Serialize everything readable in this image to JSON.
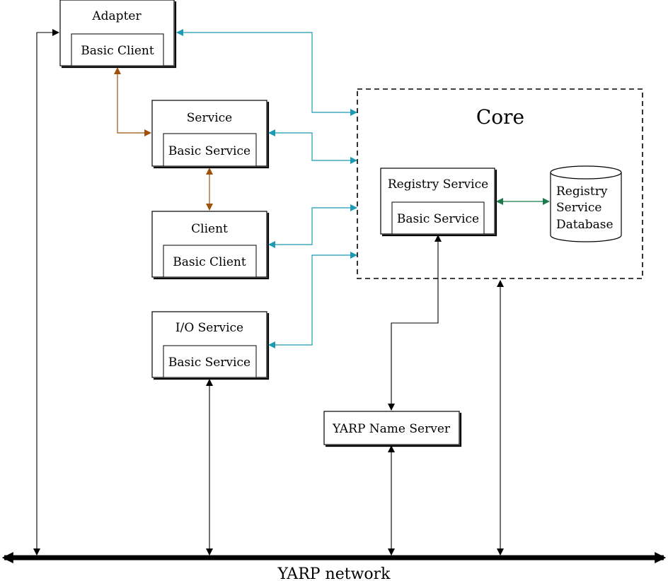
{
  "components": {
    "adapter": {
      "title": "Adapter",
      "inner": "Basic Client"
    },
    "service": {
      "title": "Service",
      "inner": "Basic Service"
    },
    "client": {
      "title": "Client",
      "inner": "Basic Client"
    },
    "io_service": {
      "title": "I/O Service",
      "inner": "Basic Service"
    },
    "registry_service": {
      "title": "Registry Service",
      "inner": "Basic Service"
    },
    "name_server": {
      "title": "YARP Name Server"
    }
  },
  "core": {
    "title": "Core"
  },
  "database": {
    "lines": [
      "Registry",
      "Service",
      "Database"
    ]
  },
  "network": {
    "label": "YARP network"
  },
  "colors": {
    "teal": "#1a9bb3",
    "brown": "#a0520c",
    "green": "#1a7a4a",
    "black": "#000000"
  }
}
